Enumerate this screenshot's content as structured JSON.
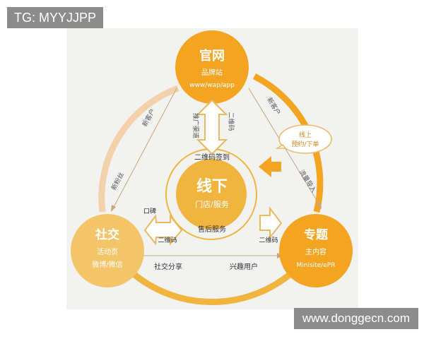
{
  "watermarks": {
    "top_left": "TG: MYYJJPP",
    "bottom_right": "www.donggecn.com"
  },
  "nodes": {
    "top": {
      "title": "官网",
      "line1": "品牌站",
      "line2": "www/wap/app"
    },
    "center": {
      "title": "线下",
      "line1": "门店/服务"
    },
    "left": {
      "title": "社交",
      "line1": "活动页",
      "line2": "微博/微信"
    },
    "right": {
      "title": "专题",
      "line1": "主内容",
      "line2": "Minisite/ePR"
    }
  },
  "labels": {
    "new_customer_left": "新客户",
    "new_fans": "新粉丝",
    "new_customer_right": "新客户",
    "traffic_in": "流量导入",
    "callout": [
      "线上",
      "预约/下单"
    ],
    "promo_channel": "推广渠道",
    "qrcode_top": "二维码",
    "qrcode_signin": "二维码签到",
    "word_of_mouth": "口碑",
    "qrcode_left": "二维码",
    "after_sales": "售后服务",
    "qrcode_right": "二维码",
    "social_share": "社交分享",
    "interested_users": "兴趣用户"
  },
  "colors": {
    "orange": "#f3a521",
    "gold": "#f0b43f",
    "light_ring": "#f3d2ab",
    "arrow_outline": "#e9b960"
  }
}
